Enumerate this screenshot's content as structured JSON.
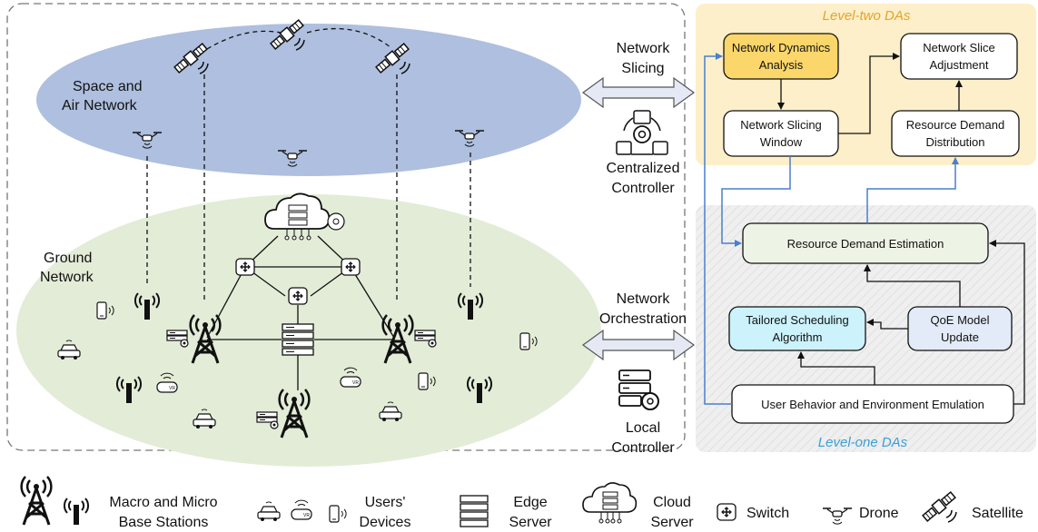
{
  "left": {
    "space_label_1": "Space and",
    "space_label_2": "Air Network",
    "ground_label_1": "Ground",
    "ground_label_2": "Network"
  },
  "middle": {
    "slicing_1": "Network",
    "slicing_2": "Slicing",
    "central_1": "Centralized",
    "central_2": "Controller",
    "orch_1": "Network",
    "orch_2": "Orchestration",
    "local_1": "Local",
    "local_2": "Controller"
  },
  "level_two": {
    "title": "Level-two DAs",
    "dyn_1": "Network Dynamics",
    "dyn_2": "Analysis",
    "adj_1": "Network Slice",
    "adj_2": "Adjustment",
    "win_1": "Network Slicing",
    "win_2": "Window",
    "dist_1": "Resource Demand",
    "dist_2": "Distribution"
  },
  "level_one": {
    "title": "Level-one DAs",
    "est": "Resource Demand Estimation",
    "sched_1": "Tailored Scheduling",
    "sched_2": "Algorithm",
    "qoe_1": "QoE Model",
    "qoe_2": "Update",
    "emu": "User Behavior and Environment Emulation"
  },
  "legend": {
    "base_1": "Macro and Micro",
    "base_2": "Base Stations",
    "users_1": "Users'",
    "users_2": "Devices",
    "edge_1": "Edge",
    "edge_2": "Server",
    "cloud_1": "Cloud",
    "cloud_2": "Server",
    "switch": "Switch",
    "drone": "Drone",
    "satellite": "Satellite"
  },
  "colors": {
    "space": "#aebfdf",
    "ground": "#e3ecd7",
    "level_two_bg": "#fdefc9",
    "level_one_bg": "#efefef",
    "dyn_box": "#fbd66a",
    "sched_box": "#ccf2fb",
    "qoe_box": "#e2ebf7",
    "est_box": "#edf4e5",
    "flow_arrow": "#4a7fcf",
    "level_two_title": "#e5a32a",
    "level_one_title": "#3a9fd6"
  }
}
